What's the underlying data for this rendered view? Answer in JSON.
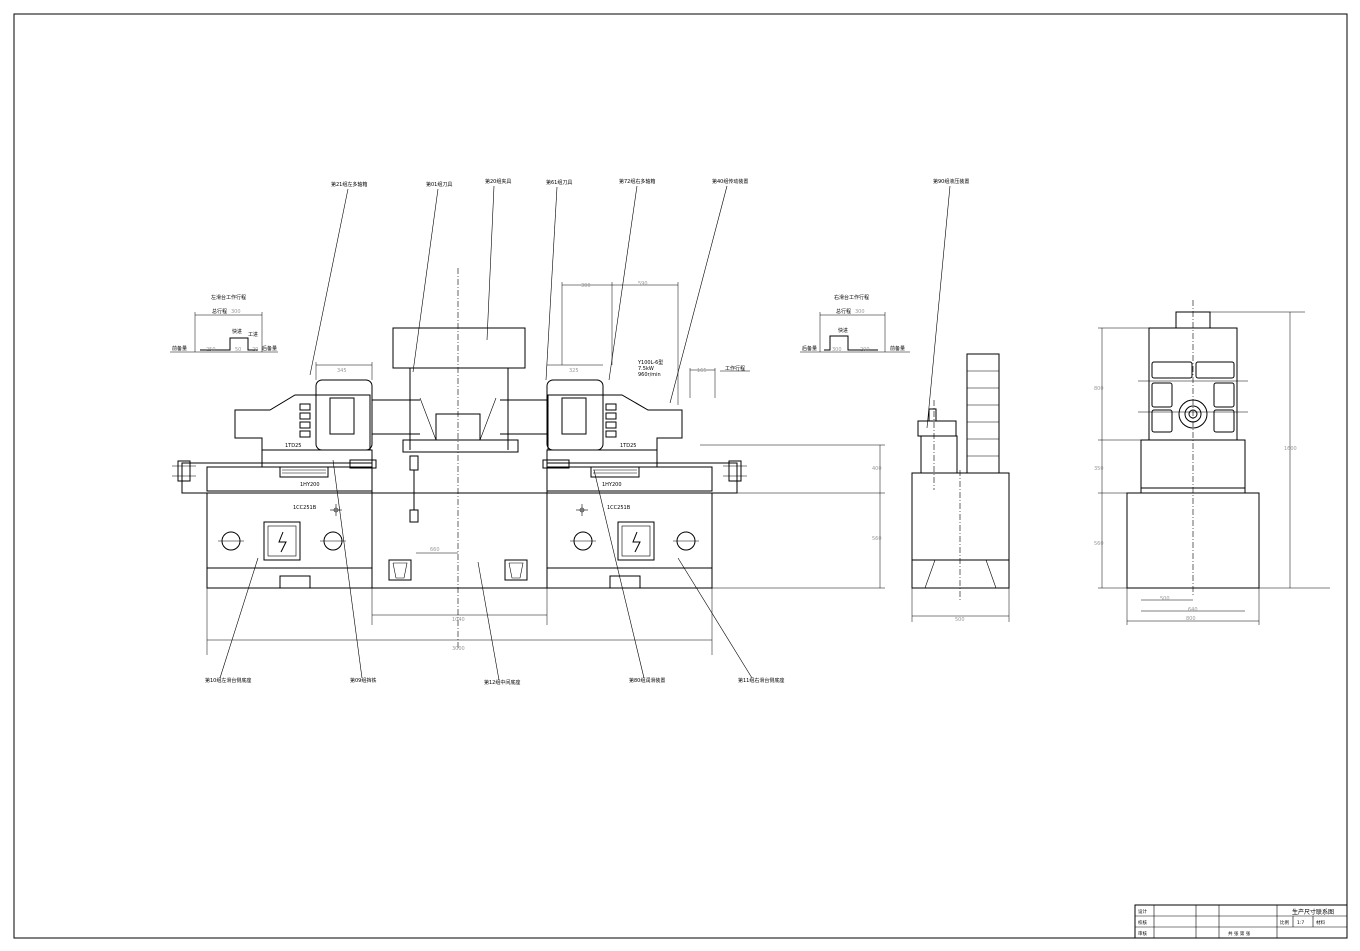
{
  "callouts": [
    "第21组左多轴箱",
    "第01组刀具",
    "第20组夹具",
    "第61组刀具",
    "第72组右多轴箱",
    "第40组传动装置",
    "第90组液压装置",
    "第10组左滑台侧底座",
    "第09组挡铁",
    "第12组中间底座",
    "第80组润滑装置",
    "第11组右滑台侧底座"
  ],
  "stroke": {
    "left_title": "左滑台工作行程",
    "right_title": "右滑台工作行程",
    "total": "总行程",
    "quick_fwd": "快进",
    "work_feed": "工进",
    "quick_back": "后备量",
    "front_reserve": "前备量",
    "right_reserve": "后备量",
    "work_stroke": "工作行程"
  },
  "models": {
    "head_left": "1TD25",
    "head_right": "1TD25",
    "slide_left": "1HY200",
    "slide_right": "1HY200",
    "base_left": "1CC251B",
    "base_right": "1CC251B"
  },
  "motor": {
    "line1": "Y100L-6型",
    "line2": "7.5kW",
    "line3": "960r/min"
  },
  "dims": {
    "head_w": "345",
    "head_w_r": "325",
    "top_a": "300",
    "top_b": "590",
    "work": "165",
    "total_l": "300",
    "l_a": "250",
    "l_b": "20",
    "l_c": "50",
    "r_a": "200",
    "r_b": "300",
    "height_a": "400",
    "height_b": "560",
    "mid": "660",
    "len_mid": "1040",
    "len_total": "3000",
    "side_w": "500",
    "end_h1": "800",
    "end_h2": "350",
    "end_h3": "560",
    "end_htot": "1600",
    "end_w1": "500",
    "end_w2": "640",
    "end_w3": "800"
  },
  "title_block": {
    "designer": "设计",
    "checker": "校核",
    "reviewer": "审核",
    "drawing_title": "生产尺寸联系图",
    "scale_label": "比例",
    "scale_value": "1:7",
    "material_label": "材料",
    "sheet": "共 张  第 张"
  }
}
